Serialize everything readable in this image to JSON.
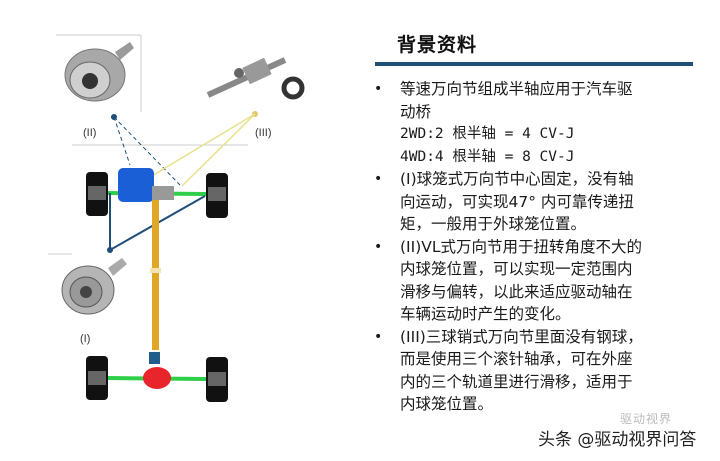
{
  "diagram": {
    "labels": {
      "joint_ii": "(II)",
      "joint_iii": "(III)",
      "joint_i": "(I)"
    },
    "colors": {
      "engine": "#1a5fd6",
      "axle": "#2fcf4a",
      "driveshaft": "#e0a626",
      "rear_diff": "#e8252a",
      "tire": "#111111",
      "line_i": "#1f4e79",
      "line_iii": "#e8e08a"
    }
  },
  "panel": {
    "title": "背景资料",
    "bullets": [
      {
        "lines": [
          "等速万向节组成半轴应用于汽车驱",
          "动桥"
        ],
        "sublines": [
          "2WD:2 根半轴 = 4 CV-J",
          "4WD:4 根半轴 = 8 CV-J"
        ]
      },
      {
        "lines": [
          "(I)球笼式万向节中心固定，没有轴",
          "向运动，可实现47° 内可靠传递扭",
          "矩，一般用于外球笼位置。"
        ]
      },
      {
        "lines": [
          "(II)VL式万向节用于扭转角度不大的",
          "内球笼位置，可以实现一定范围内",
          "滑移与偏转，以此来适应驱动轴在",
          "车辆运动时产生的变化。"
        ]
      },
      {
        "lines": [
          "(III)三球销式万向节里面没有钢球，",
          "而是使用三个滚针轴承，可在外座",
          "内的三个轨道里进行滑移，适用于",
          "内球笼位置。"
        ]
      }
    ],
    "bullet_glyph": "•"
  },
  "watermark": {
    "faint": "驱动视界",
    "text": "头条 @驱动视界问答"
  }
}
